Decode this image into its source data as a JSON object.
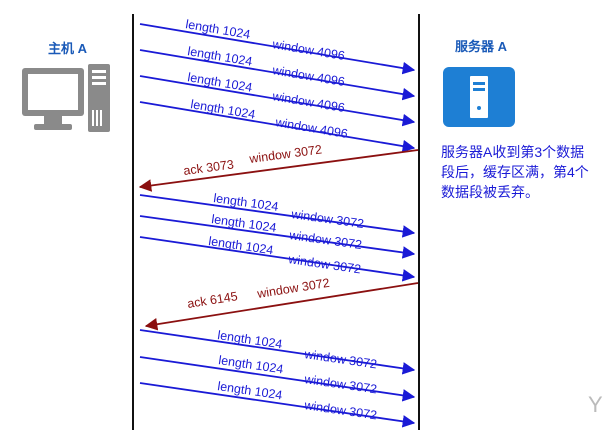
{
  "host": {
    "label": "主机 A",
    "icon": "computer-icon"
  },
  "server": {
    "label": "服务器 A",
    "icon": "server-icon"
  },
  "note": {
    "lines": [
      "服务器A收到第3个数据",
      "段后，缓存区满，第4个",
      "数据段被丢弃。"
    ]
  },
  "colors": {
    "data": "#1a1ad6",
    "ack": "#8b1010",
    "text": "#1a1ad6",
    "note": "#1a1ad6",
    "server_bg": "#1e7fd4"
  },
  "messages": [
    {
      "kind": "data",
      "length": "length 1024",
      "window": "window 4096"
    },
    {
      "kind": "data",
      "length": "length 1024",
      "window": "window 4096"
    },
    {
      "kind": "data",
      "length": "length 1024",
      "window": "window 4096"
    },
    {
      "kind": "data",
      "length": "length 1024",
      "window": "window 4096"
    },
    {
      "kind": "ack",
      "length": "ack 3073",
      "window": "window 3072"
    },
    {
      "kind": "data",
      "length": "length 1024",
      "window": "window 3072"
    },
    {
      "kind": "data",
      "length": "length 1024",
      "window": "window 3072"
    },
    {
      "kind": "data",
      "length": "length 1024",
      "window": "window 3072"
    },
    {
      "kind": "ack",
      "length": "ack 6145",
      "window": "window 3072"
    },
    {
      "kind": "data",
      "length": "length 1024",
      "window": "window 3072"
    },
    {
      "kind": "data",
      "length": "length 1024",
      "window": "window 3072"
    },
    {
      "kind": "data",
      "length": "length 1024",
      "window": "window 3072"
    }
  ]
}
